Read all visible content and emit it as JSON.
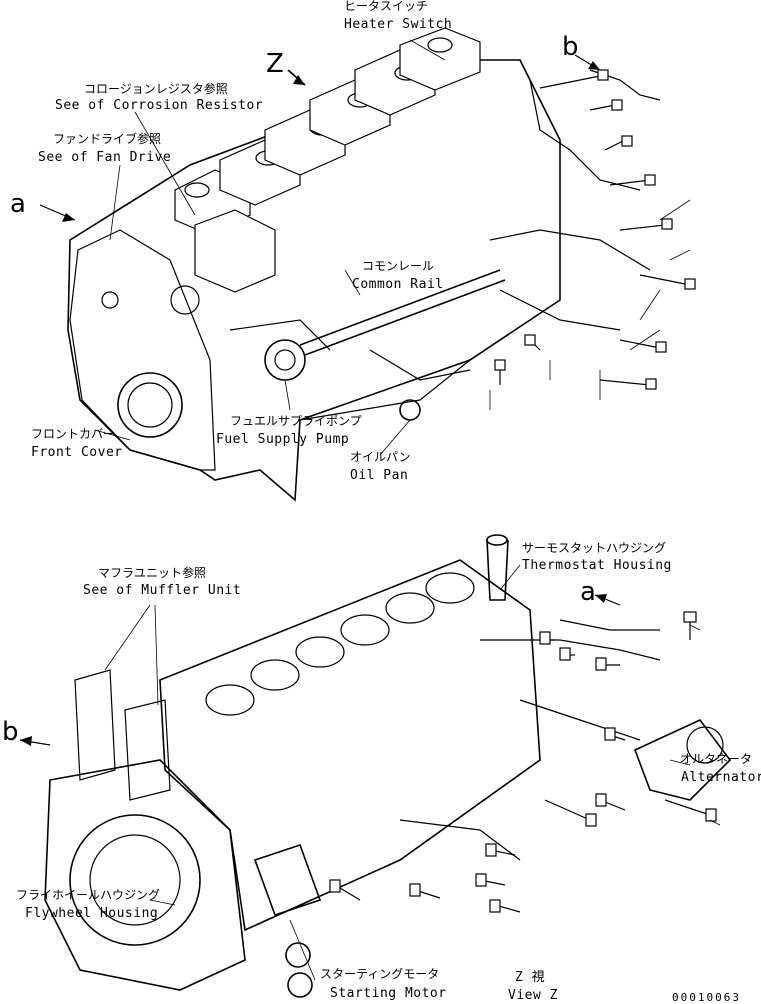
{
  "view1": {
    "heater_switch": {
      "jp": "ヒータスイッチ",
      "en": "Heater Switch"
    },
    "corrosion_resistor": {
      "jp": "コロージョンレジスタ参照",
      "en": "See of Corrosion Resistor"
    },
    "fan_drive": {
      "jp": "ファンドライブ参照",
      "en": "See of Fan Drive"
    },
    "common_rail": {
      "jp": "コモンレール",
      "en": "Common Rail"
    },
    "front_cover": {
      "jp": "フロントカバー",
      "en": "Front Cover"
    },
    "fuel_supply_pump": {
      "jp": "フュエルサプライポンプ",
      "en": "Fuel Supply Pump"
    },
    "oil_pan": {
      "jp": "オイルパン",
      "en": "Oil Pan"
    },
    "marker_a": "a",
    "marker_b": "b",
    "marker_z": "Z"
  },
  "view2": {
    "muffler_unit": {
      "jp": "マフラユニット参照",
      "en": "See of Muffler Unit"
    },
    "thermostat_housing": {
      "jp": "サーモスタットハウジング",
      "en": "Thermostat Housing"
    },
    "alternator": {
      "jp": "オルタネータ",
      "en": "Alternator"
    },
    "flywheel_housing": {
      "jp": "フライホイールハウジング",
      "en": "Flywheel Housing"
    },
    "starting_motor": {
      "jp": "スターティングモータ",
      "en": "Starting Motor"
    },
    "view_z": {
      "jp": "Z 視",
      "en": "View Z"
    },
    "marker_a": "a",
    "marker_b": "b"
  },
  "drawing_number": "00010063"
}
